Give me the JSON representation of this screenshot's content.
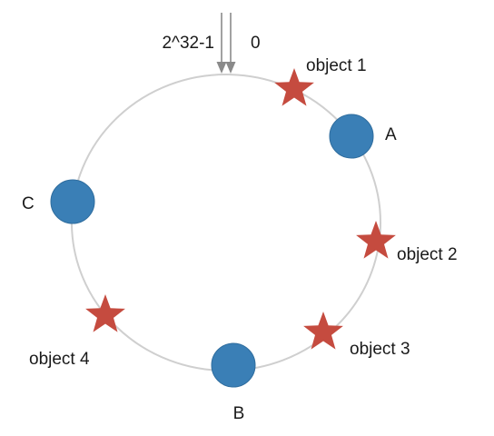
{
  "diagram": {
    "top_left_label": "2^32-1",
    "top_right_label": "0",
    "nodes": [
      {
        "label": "A"
      },
      {
        "label": "B"
      },
      {
        "label": "C"
      }
    ],
    "objects": [
      {
        "label": "object 1"
      },
      {
        "label": "object 2"
      },
      {
        "label": "object 3"
      },
      {
        "label": "object 4"
      }
    ]
  },
  "colors": {
    "ring": "#cfcfcf",
    "node": "#3a7fb6",
    "node_stroke": "#2f6d9e",
    "object": "#c54b3f",
    "arrow": "#8a8a8a"
  }
}
